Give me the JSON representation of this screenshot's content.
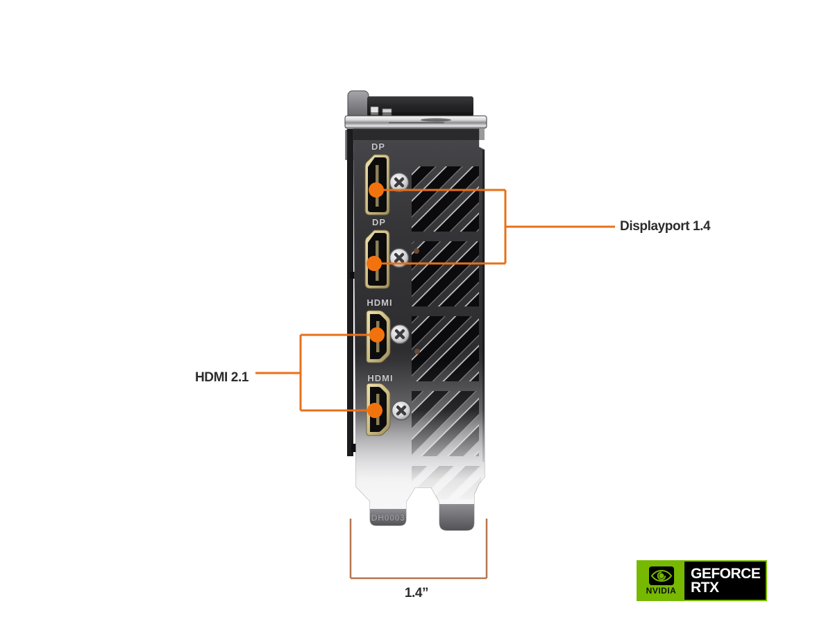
{
  "figure": {
    "type": "gpu-rear-io-annotated-diagram",
    "annotations": {
      "displayport": "Displayport 1.4",
      "hdmi": "HDMI 2.1",
      "width_dimension": "1.4”"
    },
    "port_labels": {
      "dp1": "DP",
      "dp2": "DP",
      "hdmi1": "HDMI",
      "hdmi2": "HDMI"
    },
    "bracket_stamp": "DH0003",
    "colors": {
      "callout_orange": "#ed7117",
      "dimension_line": "#b5774e",
      "nvidia_green": "#76b900",
      "annotation_text": "#2c2c2e"
    }
  },
  "badge": {
    "brand": "NVIDIA",
    "product_line1": "GEFORCE",
    "product_line2": "RTX"
  }
}
